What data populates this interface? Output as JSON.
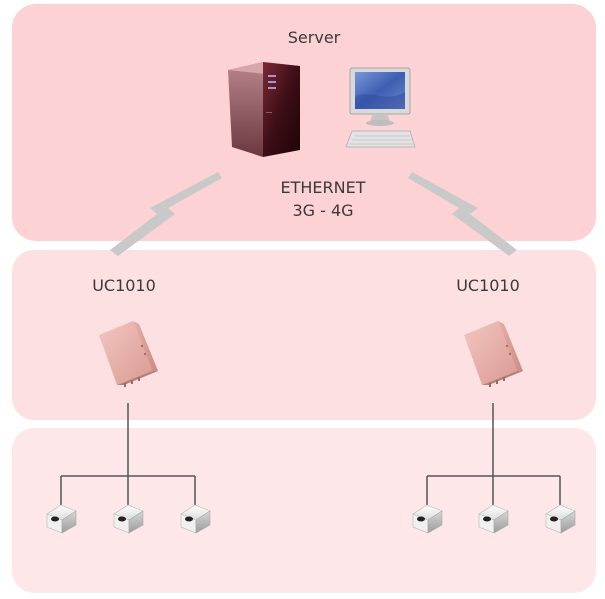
{
  "server": {
    "title": "Server",
    "link_line1": "ETHERNET",
    "link_line2": "3G - 4G",
    "icons": [
      "server-tower-icon",
      "desktop-computer-icon"
    ]
  },
  "controllers": [
    {
      "label": "UC1010",
      "icon": "controller-box-icon"
    },
    {
      "label": "UC1010",
      "icon": "controller-box-icon"
    }
  ],
  "devices": {
    "icon": "actuator-device-icon",
    "count_per_controller": 3
  },
  "colors": {
    "band_server": "#fdd2d4",
    "band_controllers": "#fde0e2",
    "band_devices": "#fde7e8",
    "lightning": "#c9c9c9",
    "wire": "#555555"
  }
}
